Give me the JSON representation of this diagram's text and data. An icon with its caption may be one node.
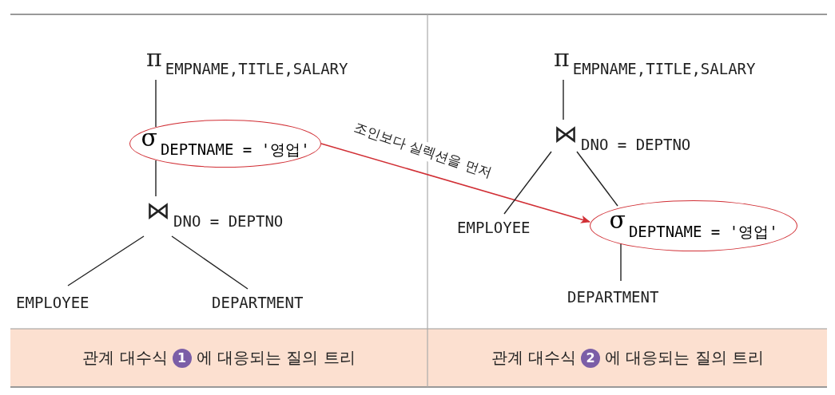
{
  "diagram": {
    "nodes": [
      {
        "text": [
          "π$_{EMPNAME,TITLE,SALARY}$"
        ]
      },
      {
        "text": [
          "σ$_{DEPTNAME = '영업'}$"
        ]
      },
      {
        "text": [
          "⋈$_{DNO = DEPTNO}$"
        ]
      },
      {
        "text": [
          "EMPLOYEE"
        ]
      },
      {
        "text": [
          "DEPARTMENT"
        ]
      },
      {
        "text": [
          "π$_{EMPNAME,TITLE,SALARY}$"
        ]
      },
      {
        "text": [
          "⋈$_{DNO = DEPTNO}$"
        ]
      },
      {
        "text": [
          "EMPLOYEE"
        ]
      },
      {
        "text": [
          "σ$_{DEPTNAME = '영업'}$"
        ]
      },
      {
        "text": [
          "DEPARTMENT"
        ]
      }
    ],
    "edges": [
      {
        "from": 0,
        "to": 1,
        "arrow": "none"
      },
      {
        "from": 1,
        "to": 2,
        "arrow": "none"
      },
      {
        "from": 2,
        "to": 3,
        "arrow": "none"
      },
      {
        "from": 2,
        "to": 4,
        "arrow": "none"
      },
      {
        "from": 1,
        "to": 8,
        "arrow": "to",
        "label": "조인보다 실렉션을 먼저",
        "color": "#d12f35"
      },
      {
        "from": 5,
        "to": 6,
        "arrow": "none"
      },
      {
        "from": 6,
        "to": 7,
        "arrow": "none"
      },
      {
        "from": 6,
        "to": 8,
        "arrow": "none"
      },
      {
        "from": 8,
        "to": 9,
        "arrow": "none"
      }
    ],
    "labels": [
      "관계 대수식",
      "1",
      "에 대응되는 질의 트리",
      "관계 대수식",
      "2",
      "에 대응되는 질의 트리"
    ]
  }
}
